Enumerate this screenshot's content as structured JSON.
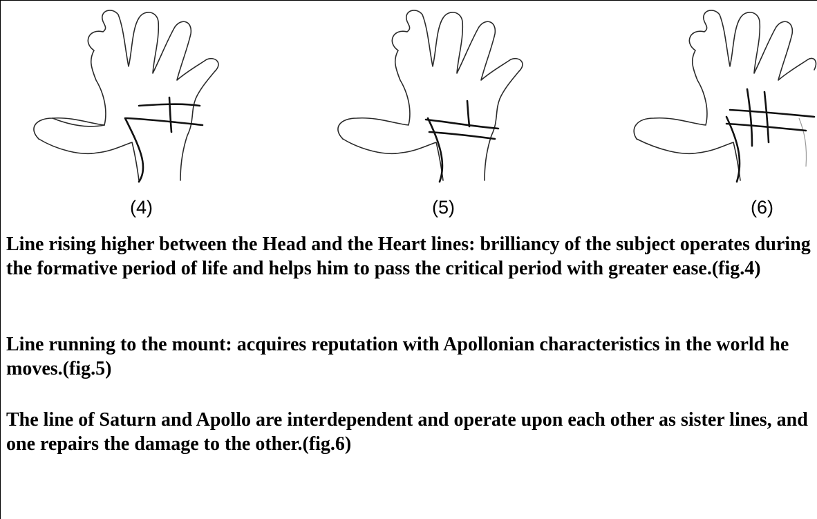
{
  "figures": [
    {
      "label": "(4)"
    },
    {
      "label": "(5)"
    },
    {
      "label": "(6)"
    }
  ],
  "paragraphs": [
    "Line rising higher  between the Head and the Heart lines: brilliancy of the subject operates during the formative period of life and helps him to pass the critical period with greater ease.(fig.4)",
    "Line running to the mount: acquires reputation with Apollonian characteristics in the world he moves.(fig.5)",
    "The line of Saturn and Apollo are interdependent and operate upon each other as sister lines, and one repairs the damage to the other.(fig.6)"
  ]
}
